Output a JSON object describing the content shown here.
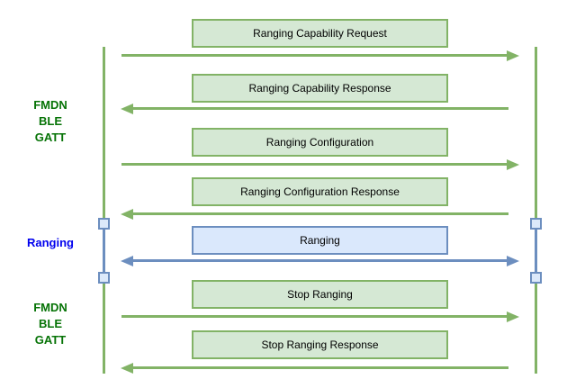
{
  "colors": {
    "background": "#ffffff",
    "green_fill": "#d5e8d4",
    "green_stroke": "#82b366",
    "blue_fill": "#dae8fc",
    "blue_stroke": "#6c8ebf",
    "activation_fill": "#dce9fa",
    "phase_label_green": "#067306",
    "phase_label_blue": "#0000ee",
    "message_text": "#000000"
  },
  "phase_labels": [
    {
      "text": "FMDN\nBLE\nGATT"
    },
    {
      "text": "Ranging"
    },
    {
      "text": "FMDN\nBLE\nGATT"
    }
  ],
  "messages": [
    {
      "label": "Ranging Capability Request",
      "direction": "right",
      "theme": "green"
    },
    {
      "label": "Ranging Capability Response",
      "direction": "left",
      "theme": "green"
    },
    {
      "label": "Ranging Configuration",
      "direction": "right",
      "theme": "green"
    },
    {
      "label": "Ranging Configuration Response",
      "direction": "left",
      "theme": "green"
    },
    {
      "label": "Ranging",
      "direction": "bidirectional",
      "theme": "blue"
    },
    {
      "label": "Stop Ranging",
      "direction": "right",
      "theme": "green"
    },
    {
      "label": "Stop Ranging Response",
      "direction": "left",
      "theme": "green"
    }
  ]
}
